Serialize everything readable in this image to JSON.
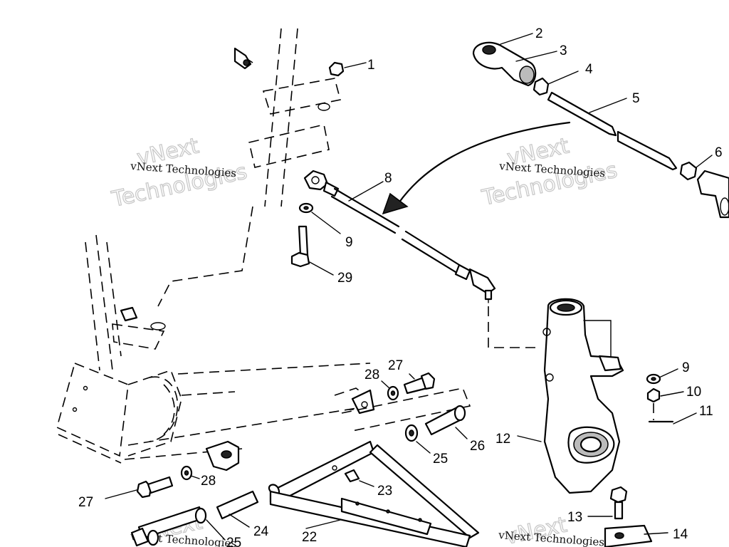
{
  "callouts": {
    "n1": "1",
    "n2": "2",
    "n3": "3",
    "n4": "4",
    "n5": "5",
    "n6": "6",
    "n8": "8",
    "n9a": "9",
    "n29": "29",
    "n9b": "9",
    "n10": "10",
    "n11": "11",
    "n12": "12",
    "n13": "13",
    "n14": "14",
    "n22": "22",
    "n23": "23",
    "n24": "24",
    "n25a": "25",
    "n25b": "25",
    "n26": "26",
    "n27a": "27",
    "n27b": "27",
    "n28a": "28",
    "n28b": "28"
  },
  "watermark": {
    "company": "vNext Technologies",
    "big_line1": "vNext",
    "big_line2": "Technologies"
  }
}
